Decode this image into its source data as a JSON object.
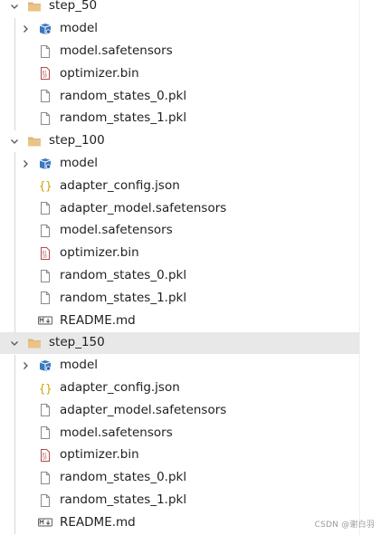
{
  "explorer": {
    "rows": [
      {
        "label": "step_50",
        "icon": "folder-icon",
        "kind": "folder",
        "depth": 0,
        "expanded": true
      },
      {
        "label": "model",
        "icon": "model-package-icon",
        "kind": "folder",
        "depth": 1,
        "expanded": false
      },
      {
        "label": "model.safetensors",
        "icon": "file-icon",
        "kind": "file",
        "depth": 1
      },
      {
        "label": "optimizer.bin",
        "icon": "binary-file-icon",
        "kind": "file",
        "depth": 1
      },
      {
        "label": "random_states_0.pkl",
        "icon": "file-icon",
        "kind": "file",
        "depth": 1
      },
      {
        "label": "random_states_1.pkl",
        "icon": "file-icon",
        "kind": "file",
        "depth": 1
      },
      {
        "label": "step_100",
        "icon": "folder-icon",
        "kind": "folder",
        "depth": 0,
        "expanded": true
      },
      {
        "label": "model",
        "icon": "model-package-icon",
        "kind": "folder",
        "depth": 1,
        "expanded": false
      },
      {
        "label": "adapter_config.json",
        "icon": "json-file-icon",
        "kind": "file",
        "depth": 1
      },
      {
        "label": "adapter_model.safetensors",
        "icon": "file-icon",
        "kind": "file",
        "depth": 1
      },
      {
        "label": "model.safetensors",
        "icon": "file-icon",
        "kind": "file",
        "depth": 1
      },
      {
        "label": "optimizer.bin",
        "icon": "binary-file-icon",
        "kind": "file",
        "depth": 1
      },
      {
        "label": "random_states_0.pkl",
        "icon": "file-icon",
        "kind": "file",
        "depth": 1
      },
      {
        "label": "random_states_1.pkl",
        "icon": "file-icon",
        "kind": "file",
        "depth": 1
      },
      {
        "label": "README.md",
        "icon": "markdown-file-icon",
        "kind": "file",
        "depth": 1
      },
      {
        "label": "step_150",
        "icon": "folder-icon",
        "kind": "folder",
        "depth": 0,
        "expanded": true,
        "highlighted": true
      },
      {
        "label": "model",
        "icon": "model-package-icon",
        "kind": "folder",
        "depth": 1,
        "expanded": false
      },
      {
        "label": "adapter_config.json",
        "icon": "json-file-icon",
        "kind": "file",
        "depth": 1
      },
      {
        "label": "adapter_model.safetensors",
        "icon": "file-icon",
        "kind": "file",
        "depth": 1
      },
      {
        "label": "model.safetensors",
        "icon": "file-icon",
        "kind": "file",
        "depth": 1
      },
      {
        "label": "optimizer.bin",
        "icon": "binary-file-icon",
        "kind": "file",
        "depth": 1
      },
      {
        "label": "random_states_0.pkl",
        "icon": "file-icon",
        "kind": "file",
        "depth": 1
      },
      {
        "label": "random_states_1.pkl",
        "icon": "file-icon",
        "kind": "file",
        "depth": 1
      },
      {
        "label": "README.md",
        "icon": "markdown-file-icon",
        "kind": "file",
        "depth": 1
      }
    ]
  },
  "colors": {
    "folder": "#dcb67a",
    "model_icon": "#3b78c2",
    "json_icon": "#c8a200",
    "binary_icon": "#b24a4a",
    "markdown_icon": "#555555",
    "highlight": "#e8e8e8"
  },
  "watermark": "CSDN @谢白羽"
}
